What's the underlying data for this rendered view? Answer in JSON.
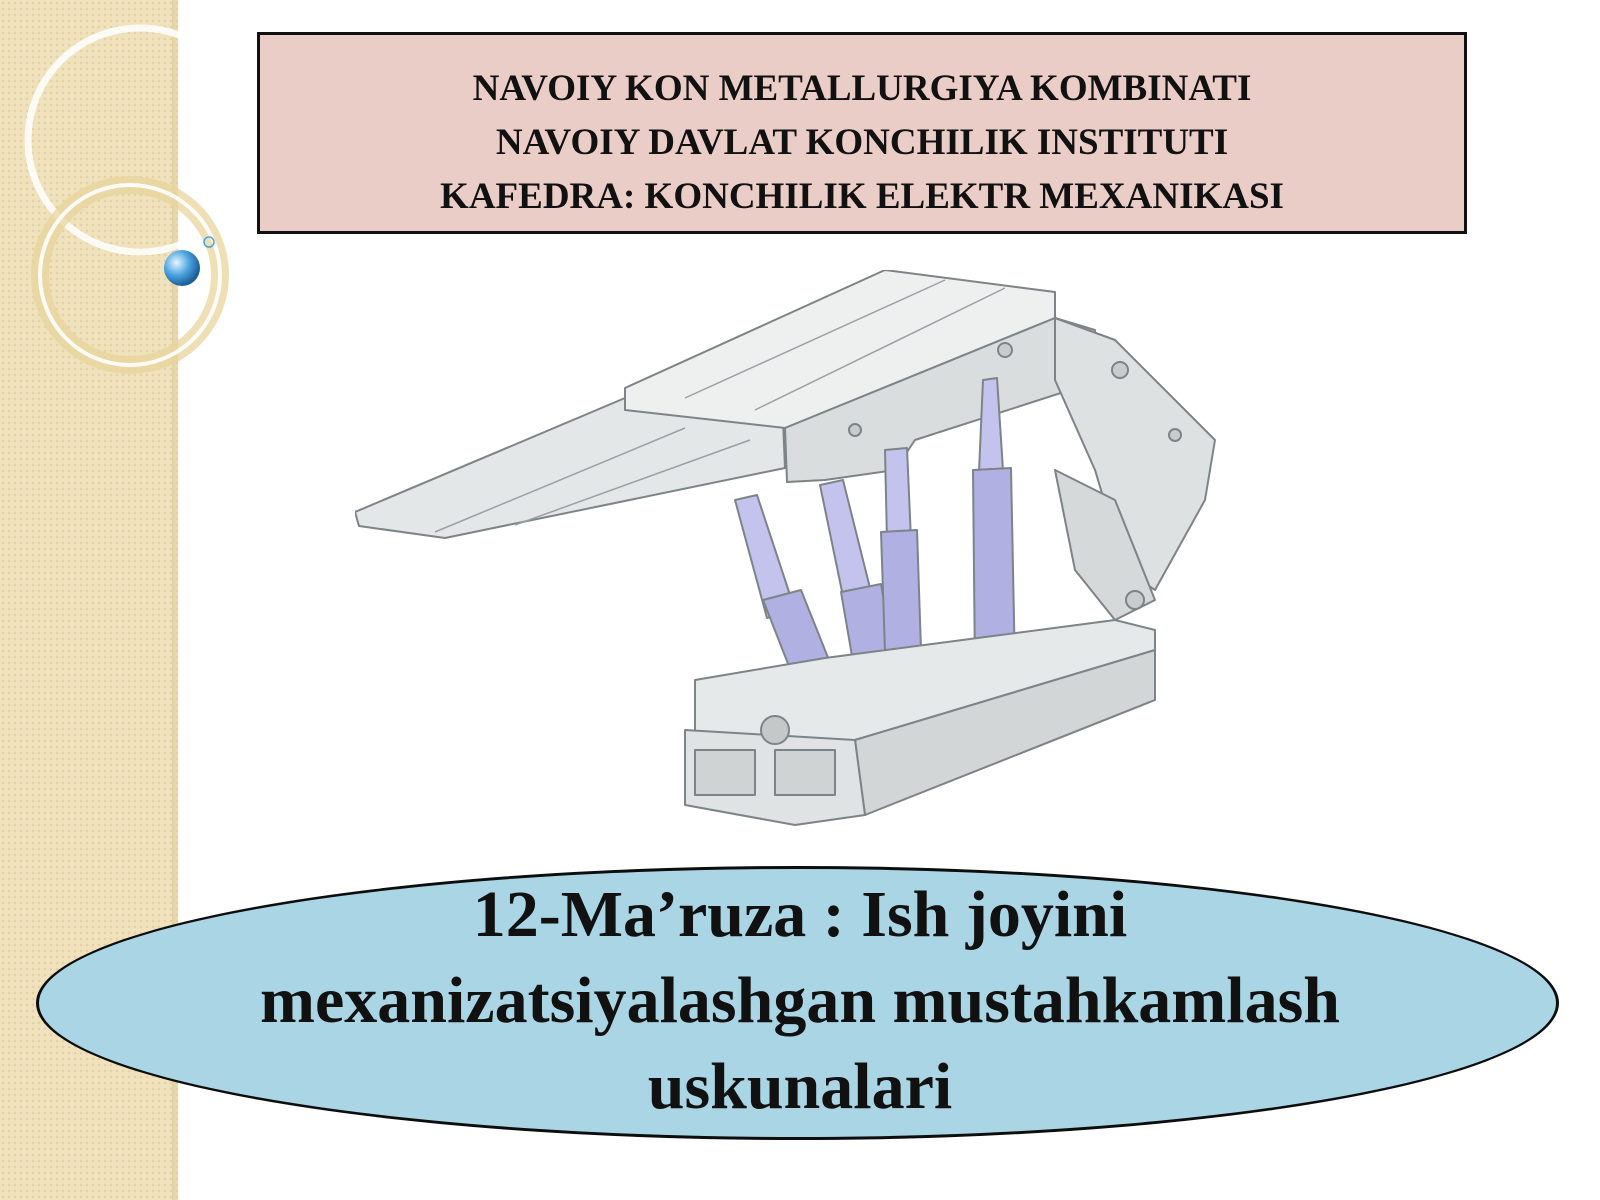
{
  "header": {
    "line1": "NAVOIY KON METALLURGIYA KOMBINATI",
    "line2": "NAVOIY DAVLAT KONCHILIK INSTITUTI",
    "line3": "KAFEDRA: KONCHILIK ELEKTR MEXANIKASI"
  },
  "title": {
    "line1": "12-Ma’ruza : Ish joyini",
    "line2": "mexanizatsiyalashgan mustahkamlash",
    "line3": "uskunalari"
  },
  "colors": {
    "left_band": "#efe2bd",
    "header_fill": "#ebcdc7",
    "title_fill": "#a9d5e4",
    "machine_frame": "#dfe3e3",
    "machine_cylinders": "#b7b7e6",
    "text": "#111111"
  },
  "image": {
    "subject": "mechanized-roof-support-illustration"
  }
}
